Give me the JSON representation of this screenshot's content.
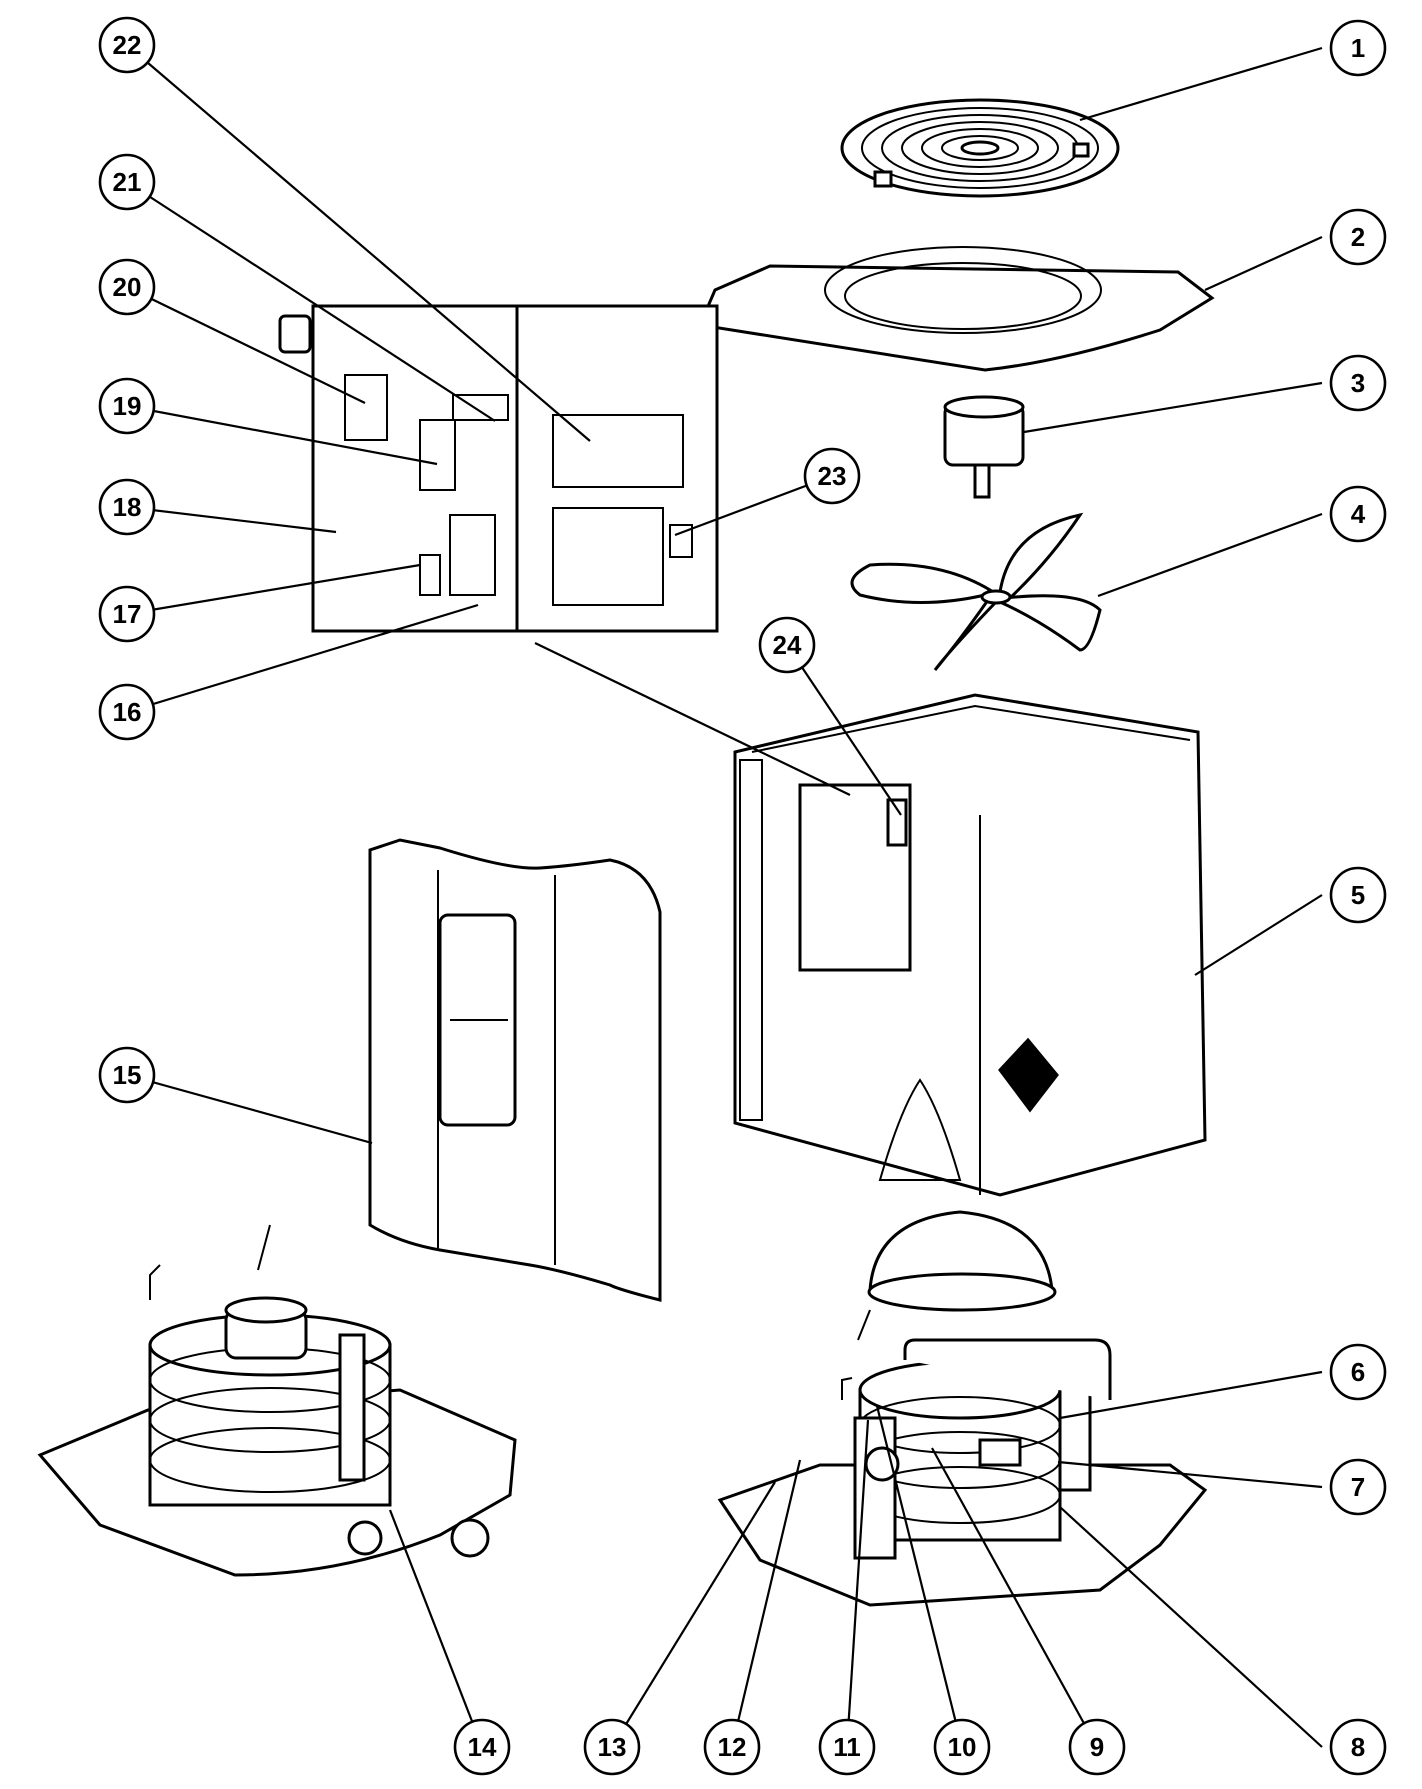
{
  "callouts": [
    {
      "id": "1",
      "label": "1"
    },
    {
      "id": "2",
      "label": "2"
    },
    {
      "id": "3",
      "label": "3"
    },
    {
      "id": "4",
      "label": "4"
    },
    {
      "id": "5",
      "label": "5"
    },
    {
      "id": "6",
      "label": "6"
    },
    {
      "id": "7",
      "label": "7"
    },
    {
      "id": "8",
      "label": "8"
    },
    {
      "id": "9",
      "label": "9"
    },
    {
      "id": "10",
      "label": "10"
    },
    {
      "id": "11",
      "label": "11"
    },
    {
      "id": "12",
      "label": "12"
    },
    {
      "id": "13",
      "label": "13"
    },
    {
      "id": "14",
      "label": "14"
    },
    {
      "id": "15",
      "label": "15"
    },
    {
      "id": "16",
      "label": "16"
    },
    {
      "id": "17",
      "label": "17"
    },
    {
      "id": "18",
      "label": "18"
    },
    {
      "id": "19",
      "label": "19"
    },
    {
      "id": "20",
      "label": "20"
    },
    {
      "id": "21",
      "label": "21"
    },
    {
      "id": "22",
      "label": "22"
    },
    {
      "id": "23",
      "label": "23"
    },
    {
      "id": "24",
      "label": "24"
    }
  ],
  "colors": {
    "line": "#000000",
    "background": "#ffffff"
  }
}
